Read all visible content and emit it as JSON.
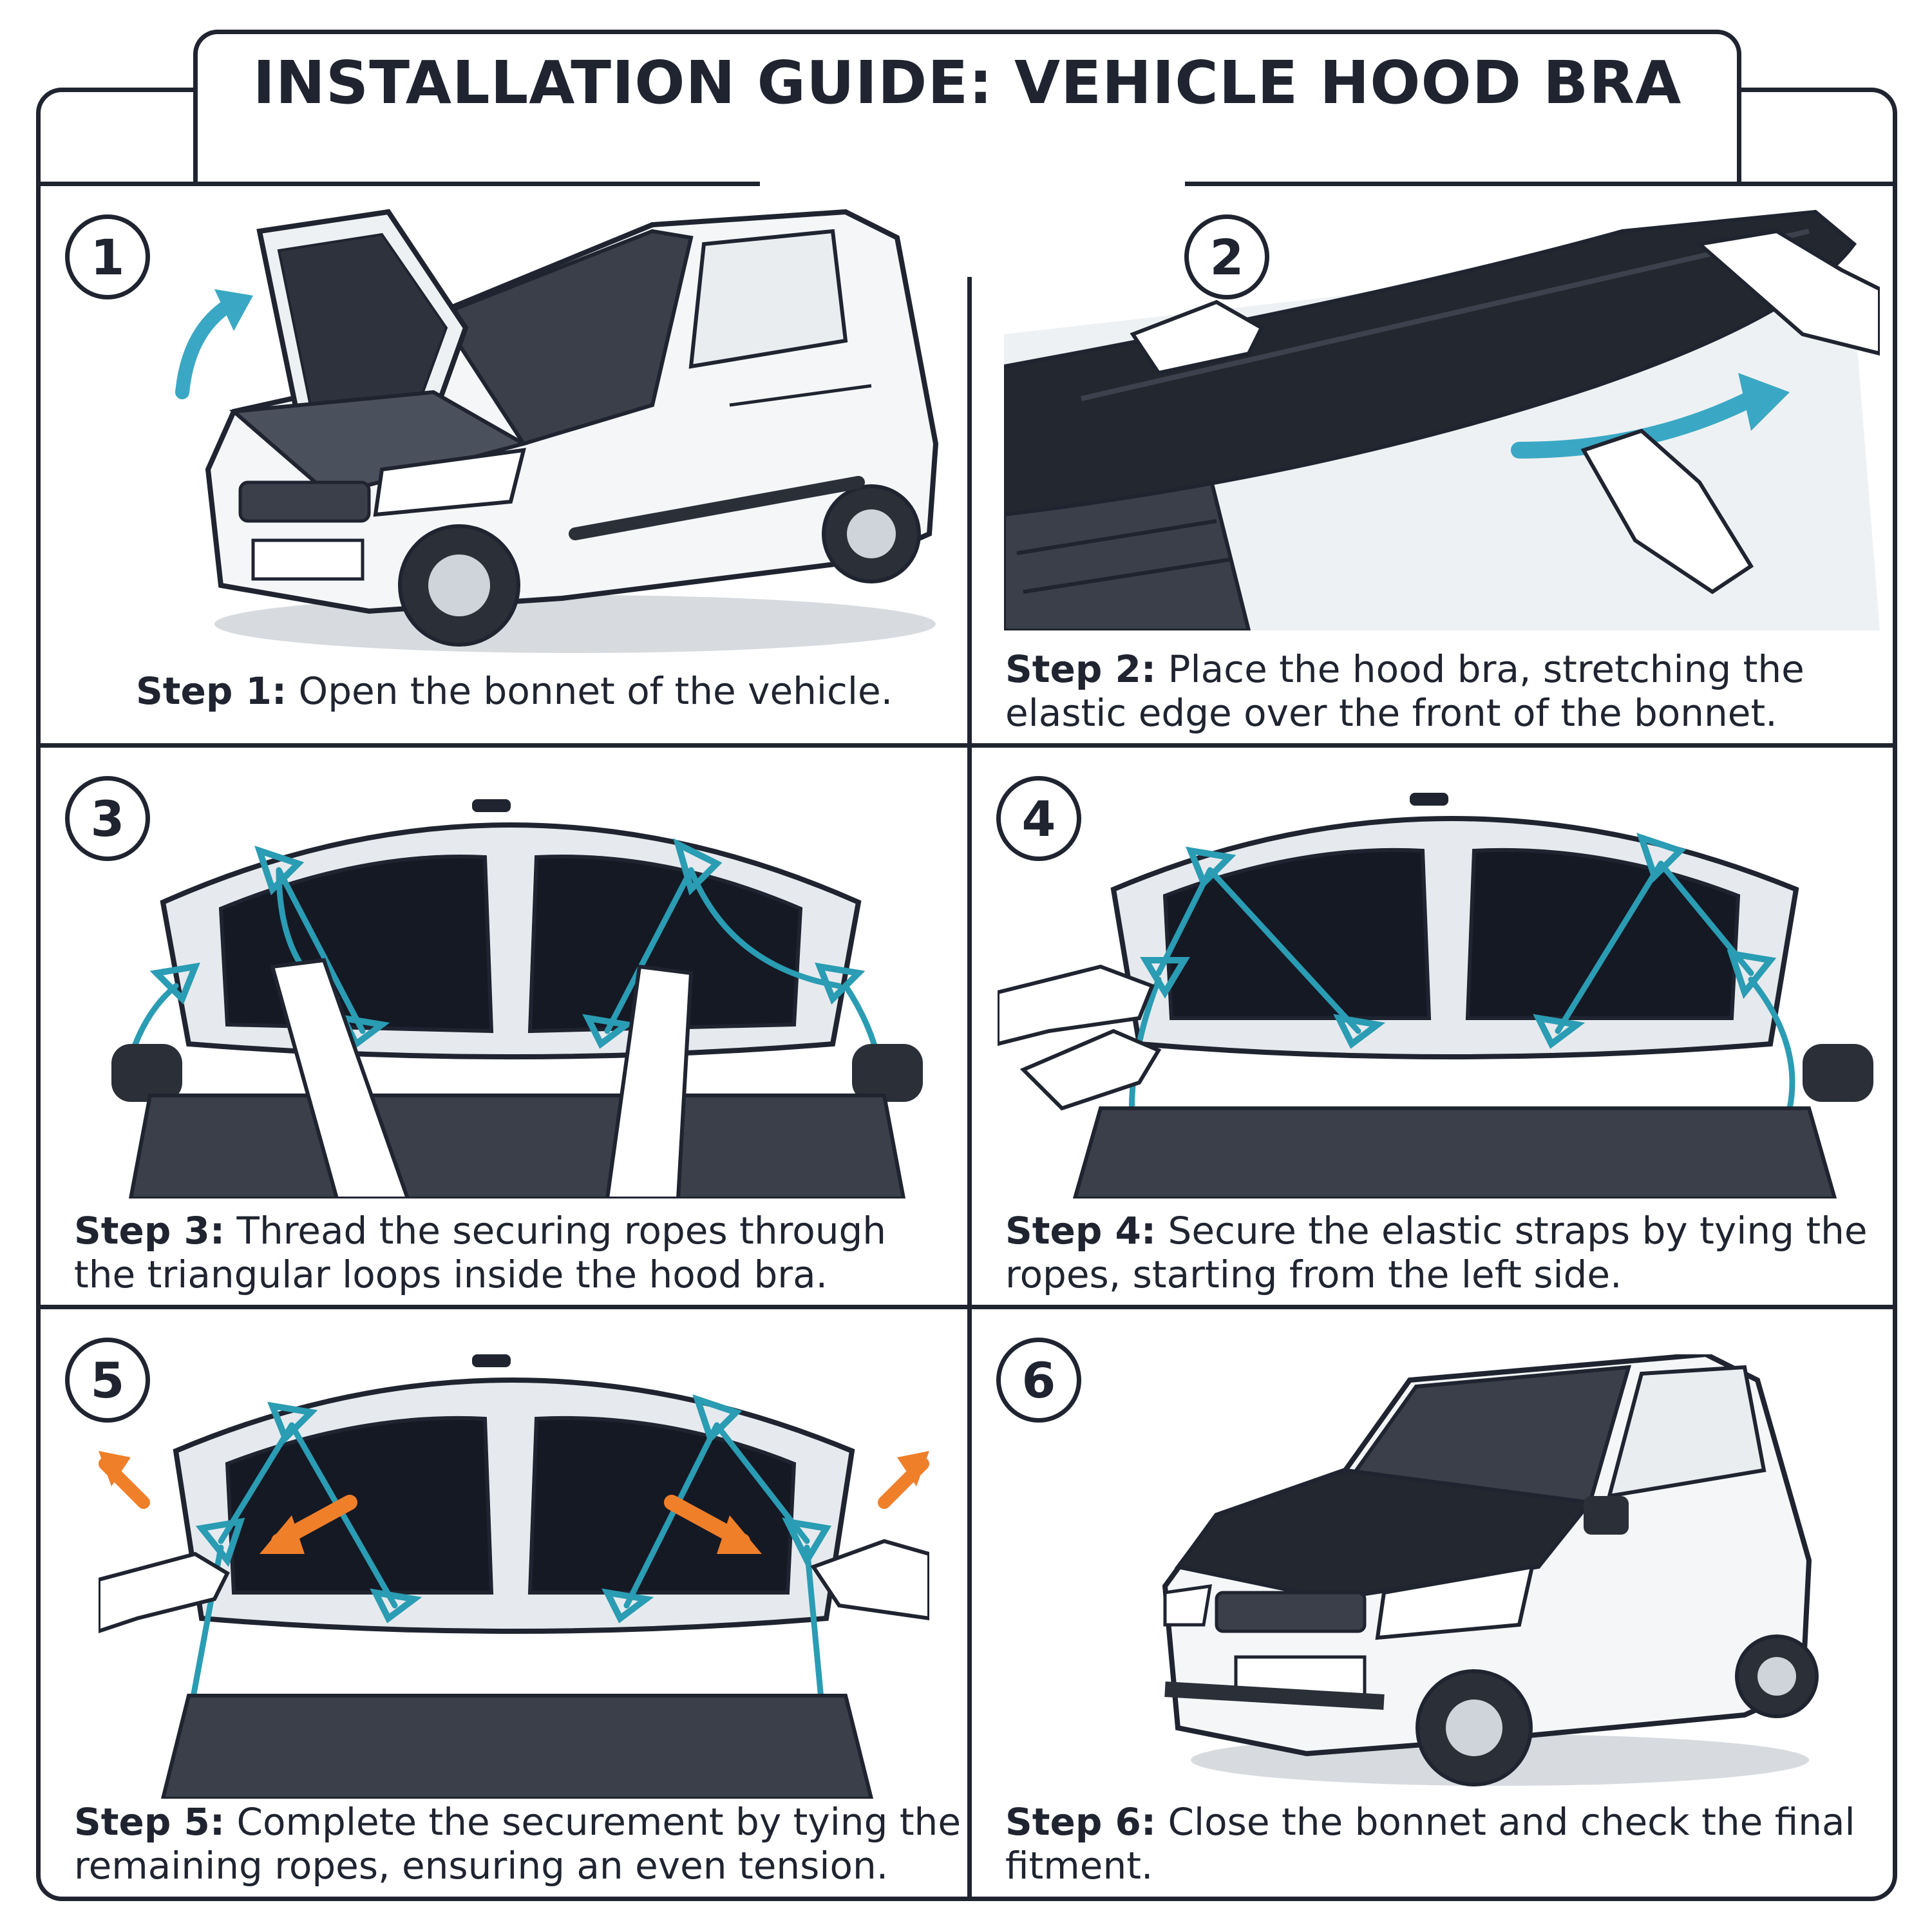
{
  "title": "INSTALLATION GUIDE: VEHICLE HOOD BRA",
  "steps": [
    {
      "number": "1",
      "label": "Step 1:",
      "text": "Open the bonnet of the vehicle."
    },
    {
      "number": "2",
      "label": "Step 2:",
      "text": "Place the hood bra, stretching the elastic edge over the front of the bonnet."
    },
    {
      "number": "3",
      "label": "Step 3:",
      "text": "Thread the securing ropes through the triangular loops inside the hood bra."
    },
    {
      "number": "4",
      "label": "Step 4:",
      "text": "Secure the elastic straps by tying the ropes, starting from the left side."
    },
    {
      "number": "5",
      "label": "Step 5:",
      "text": "Complete the securement by tying the remaining ropes, ensuring an even tension."
    },
    {
      "number": "6",
      "label": "Step 6:",
      "text": "Close the bonnet and check the final fitment."
    }
  ],
  "colors": {
    "ink": "#1f2430",
    "rope": "#2a9cb3",
    "arrow_teal": "#3aa8c4",
    "arrow_orange": "#f07f2a",
    "hood_bra": "#23272f"
  }
}
